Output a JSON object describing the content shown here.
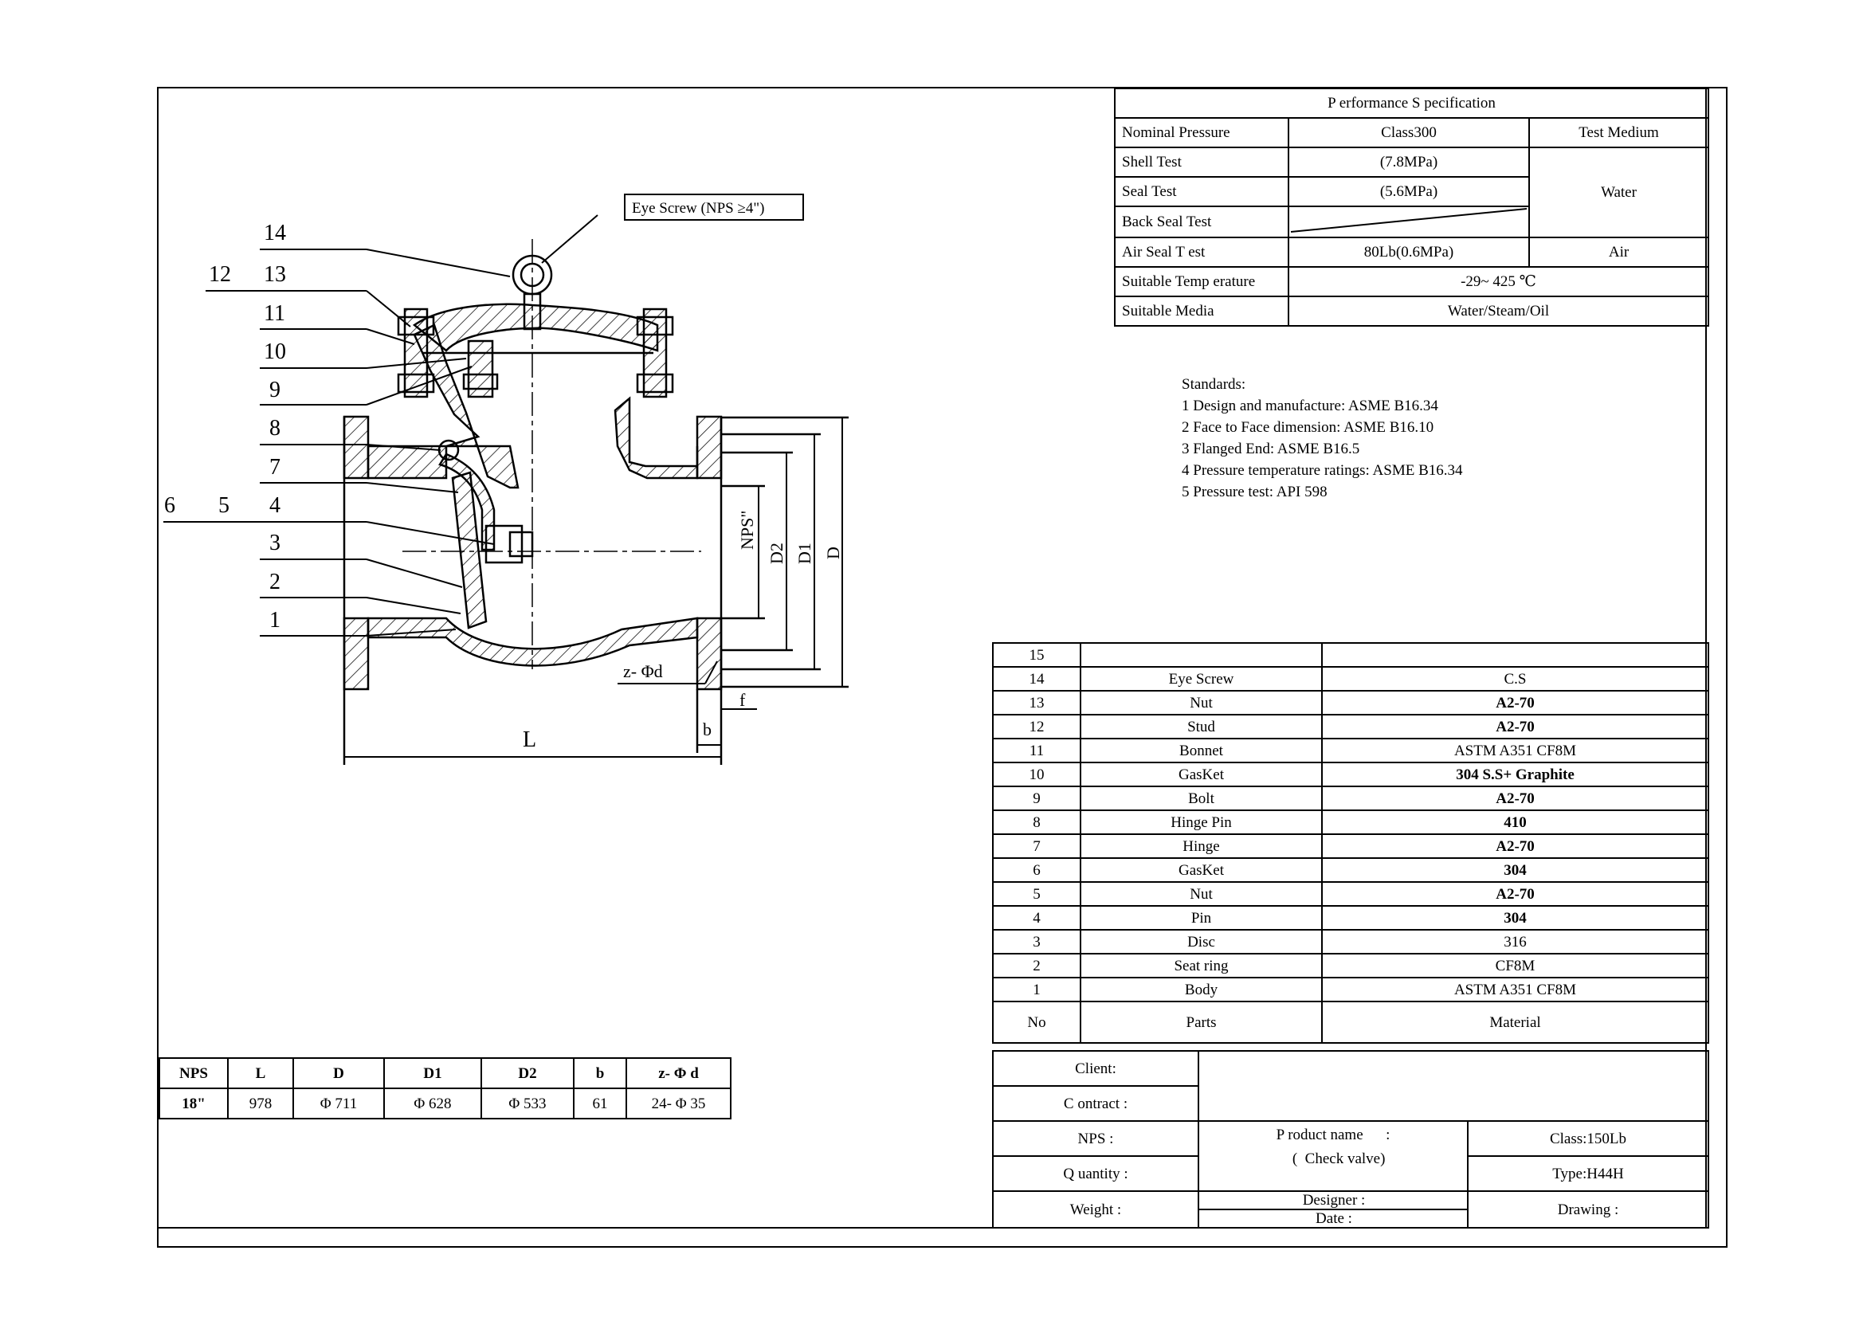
{
  "callout": "Eye Screw  (NPS ≥4\")",
  "part_labels": [
    "14",
    "12",
    "13",
    "11",
    "10",
    "9",
    "8",
    "7",
    "6",
    "5",
    "4",
    "3",
    "2",
    "1"
  ],
  "dimension_labels": {
    "L": "L",
    "b": "b",
    "f": "f",
    "zd": "z- Φd",
    "nps": "NPS\"",
    "d2": "D2",
    "d1": "D1",
    "d": "D"
  },
  "performance": {
    "title": "P erformance    S pecification",
    "nominal_pressure_label": "Nominal Pressure",
    "nominal_pressure_value": "Class300",
    "test_medium_label": "Test Medium",
    "shell_test_label": "Shell Test",
    "shell_test_value": "(7.8MPa)",
    "seal_test_label": "Seal Test",
    "seal_test_value": "(5.6MPa)",
    "water": "Water",
    "back_seal_label": "Back Seal Test",
    "air_seal_label": "Air  Seal  T est",
    "air_seal_value": "80Lb(0.6MPa)",
    "air": "Air",
    "temp_label": "Suitable Temp       erature",
    "temp_value": "-29~  425  ℃",
    "media_label": "Suitable    Media",
    "media_value": "Water/Steam/Oil"
  },
  "standards": {
    "heading": "Standards:",
    "items": [
      "1 Design and manufacture: ASME B16.34",
      " 2 Face to Face dimension: ASME B16.10",
      " 3 Flanged End: ASME B16.5",
      " 4 Pressure temperature ratings: ASME B16.34",
      "5 Pressure test: API 598"
    ]
  },
  "parts": {
    "rows": [
      {
        "no": "15",
        "part": "",
        "material": ""
      },
      {
        "no": "14",
        "part": "Eye Screw",
        "material": "C.S"
      },
      {
        "no": "13",
        "part": "Nut",
        "material": "A2-70"
      },
      {
        "no": "12",
        "part": "Stud",
        "material": "A2-70"
      },
      {
        "no": "11",
        "part": "Bonnet",
        "material": "ASTM A351  CF8M"
      },
      {
        "no": "10",
        "part": "GasKet",
        "material": "304 S.S+ Graphite"
      },
      {
        "no": "9",
        "part": "Bolt",
        "material": "A2-70"
      },
      {
        "no": "8",
        "part": "Hinge Pin",
        "material": "410"
      },
      {
        "no": "7",
        "part": "Hinge",
        "material": "A2-70"
      },
      {
        "no": "6",
        "part": "GasKet",
        "material": "304"
      },
      {
        "no": "5",
        "part": "Nut",
        "material": "A2-70"
      },
      {
        "no": "4",
        "part": "Pin",
        "material": "304"
      },
      {
        "no": "3",
        "part": "Disc",
        "material": "316"
      },
      {
        "no": "2",
        "part": "Seat ring",
        "material": "CF8M"
      },
      {
        "no": "1",
        "part": "Body",
        "material": "ASTM A351  CF8M"
      }
    ],
    "header": {
      "no": "No",
      "part": "Parts",
      "material": "Material"
    }
  },
  "title_block": {
    "client": "Client:",
    "contract": "C ontract    :",
    "nps": "NPS  :",
    "quantity": "Q uantity    :",
    "weight": " Weight     :",
    "product_name": "P roduct name      :",
    "product_value": "   (  Check valve)",
    "designer": "Designer     :",
    "date": "Date  :",
    "class": "Class:150Lb",
    "type": "Type:H44H",
    "drawing": "Drawing     :"
  },
  "dims_table": {
    "headers": [
      "NPS",
      "L",
      "D",
      "D1",
      "D2",
      "b",
      "z- Φ d"
    ],
    "values": [
      "18\"",
      "978",
      "Φ 711",
      "Φ 628",
      "Φ 533",
      "61",
      "24- Φ 35"
    ]
  }
}
